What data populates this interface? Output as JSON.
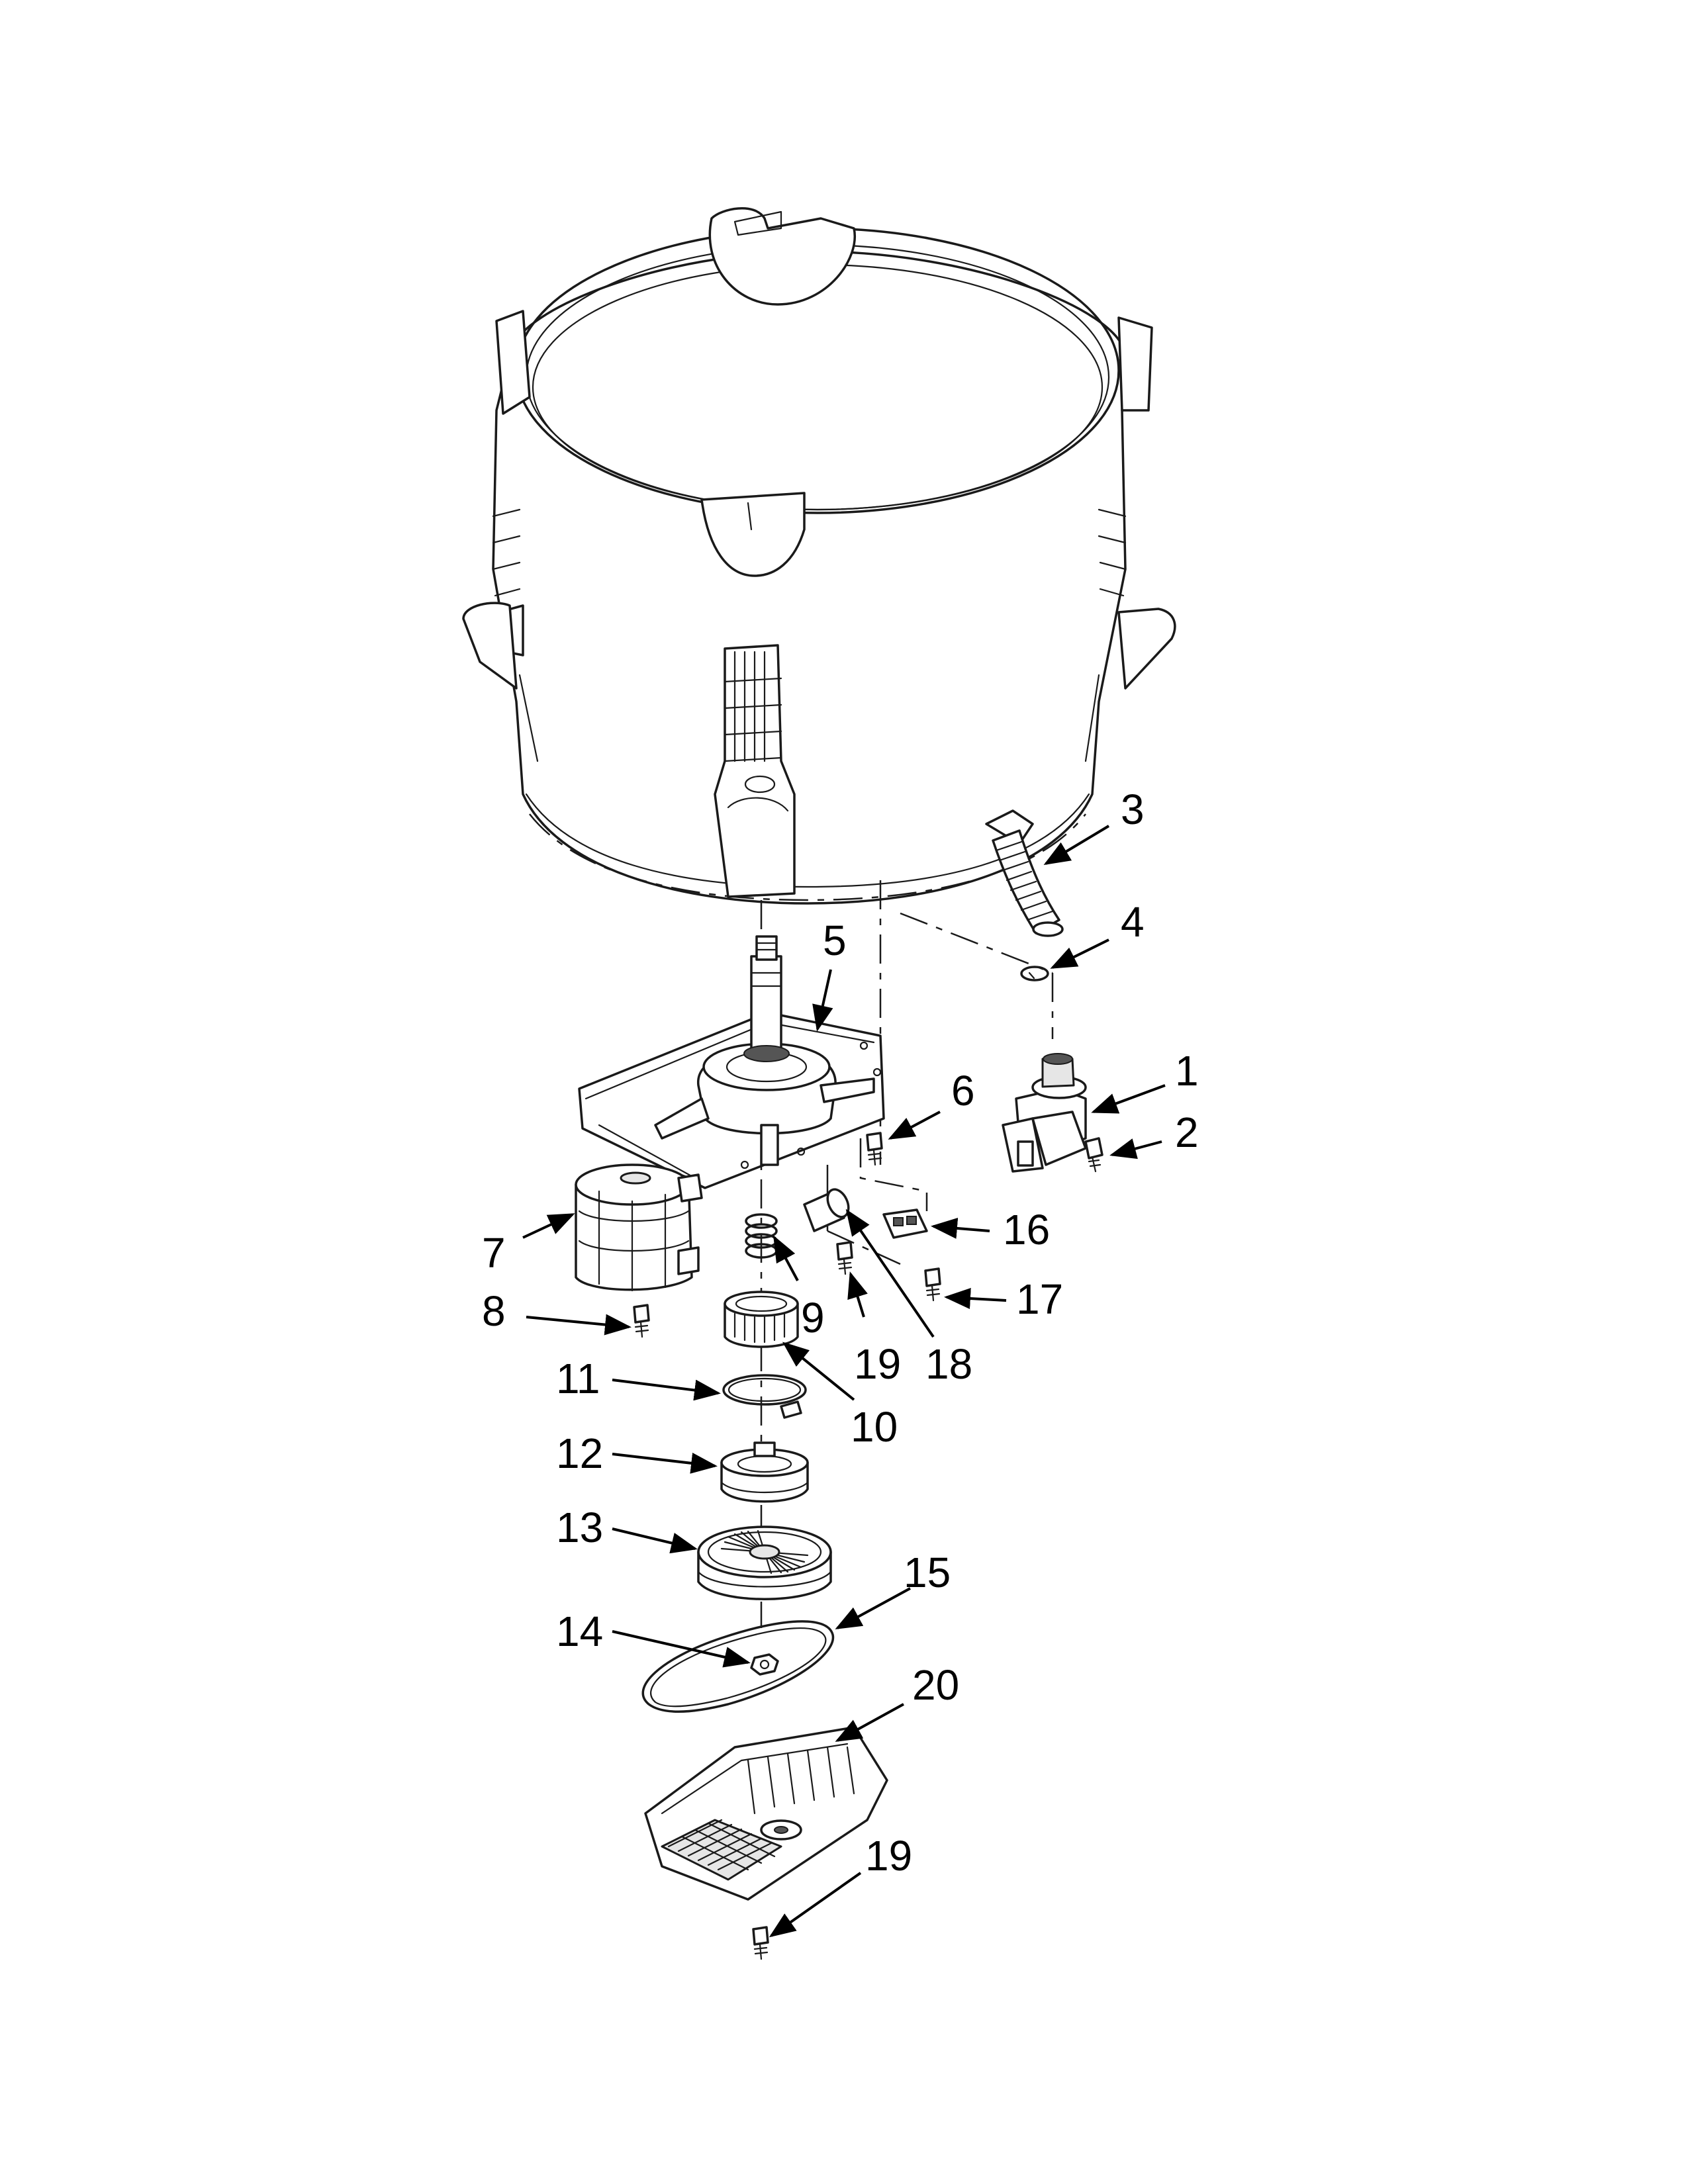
{
  "callouts": [
    {
      "id": "1",
      "label": "1"
    },
    {
      "id": "2",
      "label": "2"
    },
    {
      "id": "3",
      "label": "3"
    },
    {
      "id": "4",
      "label": "4"
    },
    {
      "id": "5",
      "label": "5"
    },
    {
      "id": "6",
      "label": "6"
    },
    {
      "id": "7",
      "label": "7"
    },
    {
      "id": "8",
      "label": "8"
    },
    {
      "id": "9",
      "label": "9"
    },
    {
      "id": "10",
      "label": "10"
    },
    {
      "id": "11",
      "label": "11"
    },
    {
      "id": "12",
      "label": "12"
    },
    {
      "id": "13",
      "label": "13"
    },
    {
      "id": "14",
      "label": "14"
    },
    {
      "id": "15",
      "label": "15"
    },
    {
      "id": "16",
      "label": "16"
    },
    {
      "id": "17",
      "label": "17"
    },
    {
      "id": "18",
      "label": "18"
    },
    {
      "id": "19a",
      "label": "19"
    },
    {
      "id": "19b",
      "label": "19"
    },
    {
      "id": "20",
      "label": "20"
    }
  ]
}
